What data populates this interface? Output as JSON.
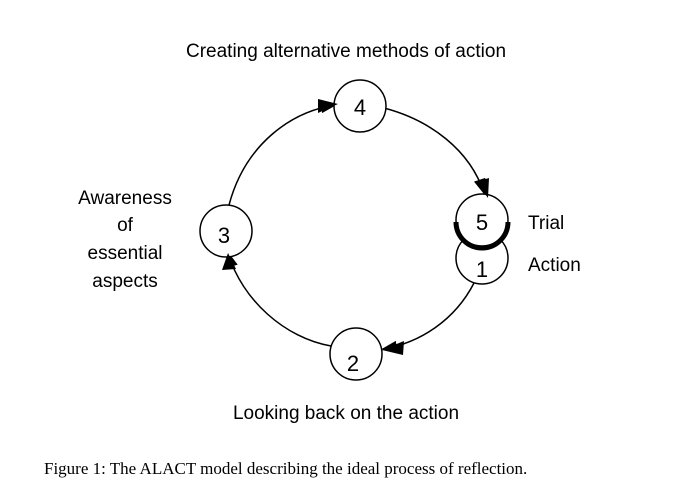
{
  "title": "Creating alternative methods of action",
  "nodes": {
    "n1": "1",
    "n2": "2",
    "n3": "3",
    "n4": "4",
    "n5": "5"
  },
  "labels": {
    "awareness": [
      "Awareness",
      "of",
      "essential",
      "aspects"
    ],
    "trial": "Trial",
    "action": "Action",
    "looking_back": "Looking back on the action"
  },
  "caption": "Figure 1: The ALACT model describing the ideal process of reflection."
}
